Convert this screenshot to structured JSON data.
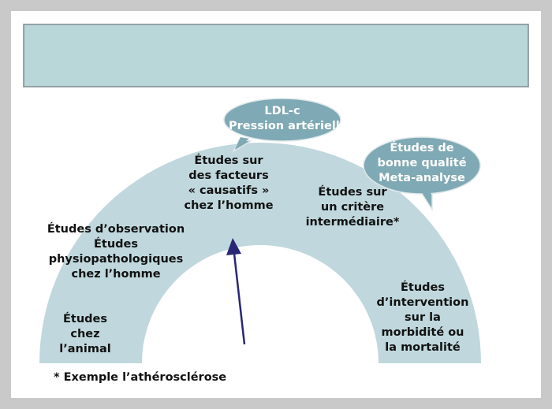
{
  "title_box": {
    "text": ""
  },
  "colors": {
    "background": "#c9c9c9",
    "panel": "#ffffff",
    "arc": "#c0d8dd",
    "title_box": "#b9d6d9",
    "bubble": "#7fa9b4",
    "arrow": "#2a2676"
  },
  "bubbles": {
    "top": {
      "line1": "LDL-c",
      "line2": "Pression artérielle"
    },
    "right": {
      "line1": "Études de",
      "line2": "bonne qualité",
      "line3": "Meta-analyse"
    }
  },
  "labels": {
    "animal": {
      "line1": "Études",
      "line2": "chez",
      "line3": "l’animal"
    },
    "observation": {
      "line1": "Études d’observation",
      "line2": "Études",
      "line3": "physiopathologiques",
      "line4": "chez l’homme"
    },
    "causal": {
      "line1": "Études sur",
      "line2": "des facteurs",
      "line3": "« causatifs »",
      "line4": "chez l’homme"
    },
    "intermediate": {
      "line1": "Études sur",
      "line2": "un critère",
      "line3": "intermédiaire*"
    },
    "intervention": {
      "line1": "Études",
      "line2": "d’intervention",
      "line3": "sur la",
      "line4": "morbidité ou",
      "line5": "la mortalité"
    }
  },
  "footnote": "* Exemple l’athérosclérose"
}
